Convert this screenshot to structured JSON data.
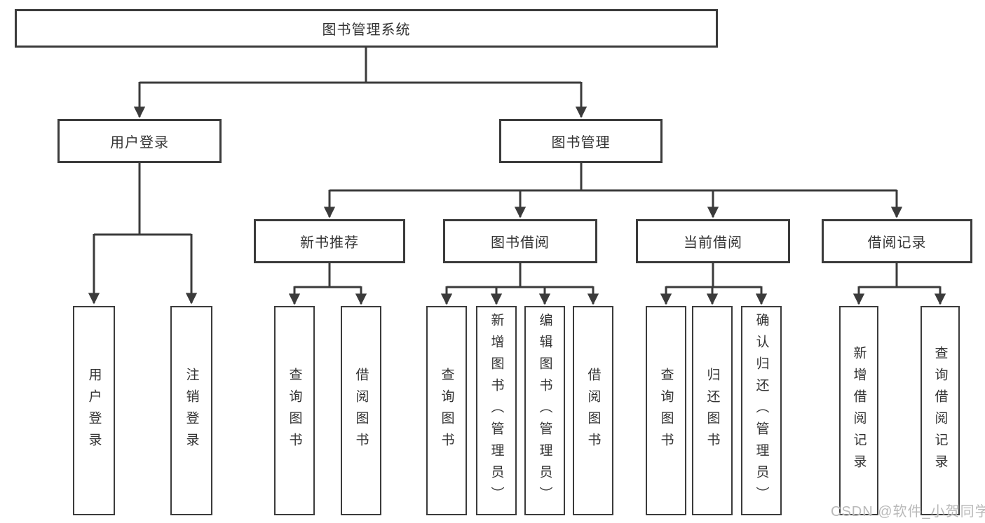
{
  "diagram": {
    "root": "图书管理系统",
    "branches": [
      {
        "label": "用户登录",
        "children": [
          "用户登录",
          "注销登录"
        ]
      },
      {
        "label": "图书管理",
        "groups": [
          {
            "label": "新书推荐",
            "children": [
              "查询图书",
              "借阅图书"
            ]
          },
          {
            "label": "图书借阅",
            "children": [
              "查询图书",
              "新增图书（管理员）",
              "编辑图书（管理员）",
              "借阅图书"
            ]
          },
          {
            "label": "当前借阅",
            "children": [
              "查询图书",
              "归还图书",
              "确认归还（管理员）"
            ]
          },
          {
            "label": "借阅记录",
            "children": [
              "新增借阅记录",
              "查询借阅记录"
            ]
          }
        ]
      }
    ]
  },
  "colors": {
    "line": "#3b3b3b",
    "text": "#333333",
    "watermark": "#b9b9b9",
    "background": "#ffffff"
  },
  "watermark": "CSDN @软件_小贺同学"
}
